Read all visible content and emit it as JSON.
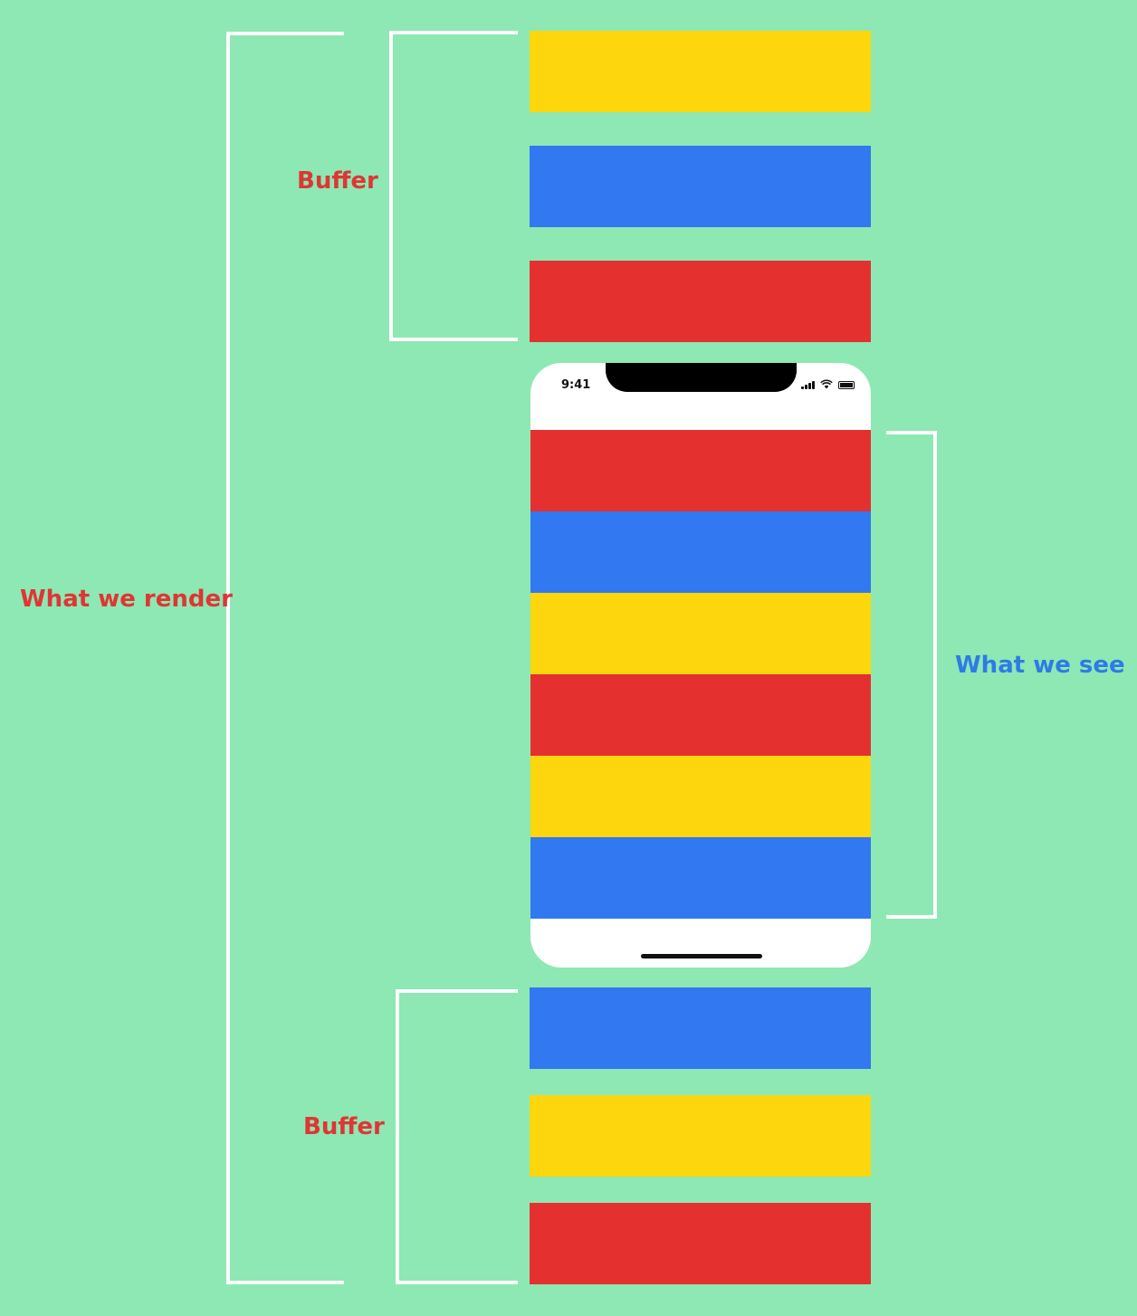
{
  "labels": {
    "buffer_top": "Buffer",
    "buffer_bottom": "Buffer",
    "what_we_render": "What we render",
    "what_we_see": "What we see"
  },
  "phone": {
    "time": "9:41"
  },
  "colors": {
    "background": "#8de8b3",
    "yellow": "#fdd60d",
    "blue": "#3278f0",
    "red": "#e53030",
    "label_red": "#e03535",
    "label_blue": "#2f7ae8",
    "bracket": "#ffffff"
  },
  "top_buffer_rows": [
    "yellow",
    "blue",
    "red"
  ],
  "visible_rows": [
    "red",
    "blue",
    "yellow",
    "red",
    "yellow",
    "blue"
  ],
  "bottom_buffer_rows": [
    "blue",
    "yellow",
    "red"
  ]
}
